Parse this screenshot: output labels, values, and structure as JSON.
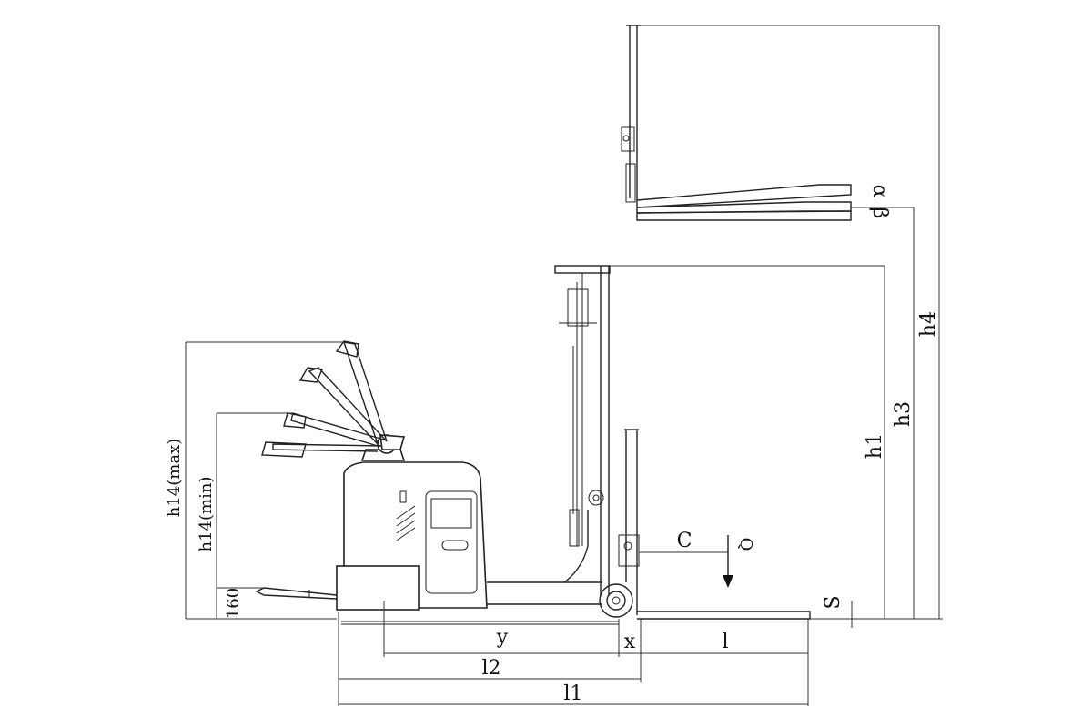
{
  "labels": {
    "h14_max": "h14(max)",
    "h14_min": "h14(min)",
    "d160": "160",
    "h1": "h1",
    "h3": "h3",
    "h4": "h4",
    "alpha": "α",
    "beta": "β",
    "c": "C",
    "q": "Q",
    "s": "S",
    "y": "y",
    "x": "x",
    "l": "l",
    "l2": "l2",
    "l1": "l1"
  }
}
